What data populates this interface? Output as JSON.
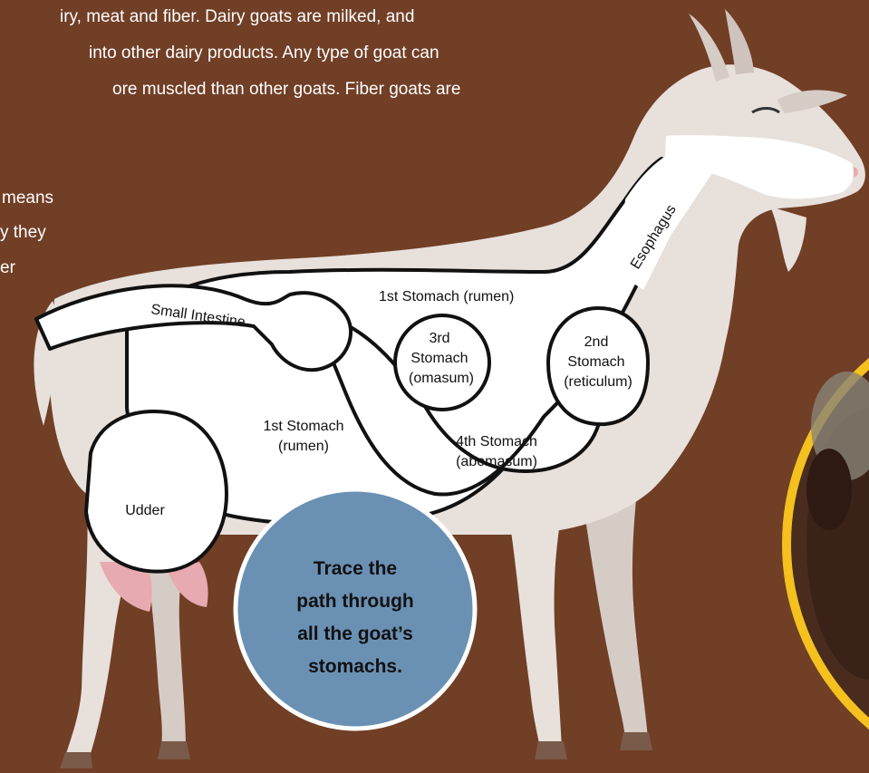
{
  "intro_text": {
    "lines": [
      "iry, meat and fiber. Dairy goats are milked, and",
      "  into other dairy products. Any type of goat can",
      "ore muscled than other goats. Fiber goats are"
    ],
    "fragment_lines": [
      "means",
      "y they",
      "er"
    ]
  },
  "diagram": {
    "labels": {
      "esophagus": "Esophagus",
      "small_intestine": "Small Intestine",
      "rumen_top": "1st Stomach (rumen)",
      "omasum": [
        "3rd",
        "Stomach",
        "(omasum)"
      ],
      "reticulum": [
        "2nd",
        "Stomach",
        "(reticulum)"
      ],
      "rumen_lower": [
        "1st Stomach",
        "(rumen)"
      ],
      "abomasum": [
        "4th Stomach",
        "(abomasum)"
      ],
      "udder": "Udder"
    }
  },
  "callout": {
    "lines": [
      "Trace the",
      "path through",
      "all the goat’s",
      "stomachs."
    ],
    "fill": "#6a91b4"
  },
  "colors": {
    "background": "#713e26",
    "goat_body": "#e7e0db",
    "goat_shade": "#d6ccc6",
    "photo_border": "#f4c11e",
    "udder_pink": "#e7aab0"
  }
}
